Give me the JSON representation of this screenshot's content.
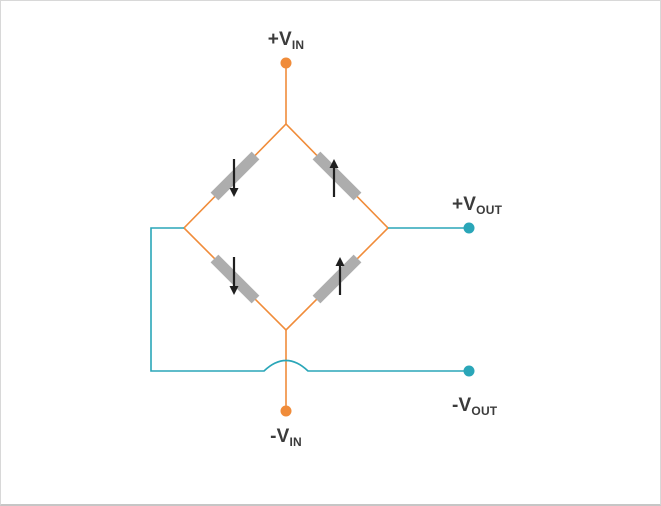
{
  "labels": {
    "vin_pos": {
      "prefix": "+V",
      "sub": "IN"
    },
    "vin_neg": {
      "prefix": "-V",
      "sub": "IN"
    },
    "vout_pos": {
      "prefix": "+V",
      "sub": "OUT"
    },
    "vout_neg": {
      "prefix": "-V",
      "sub": "OUT"
    }
  },
  "bridge": {
    "topology": "full-bridge",
    "arms": [
      {
        "position": "top-left",
        "component": "strain-gauge",
        "arrow": "down"
      },
      {
        "position": "top-right",
        "component": "strain-gauge",
        "arrow": "up"
      },
      {
        "position": "bottom-left",
        "component": "strain-gauge",
        "arrow": "down"
      },
      {
        "position": "bottom-right",
        "component": "strain-gauge",
        "arrow": "up"
      }
    ],
    "terminals": [
      {
        "id": "vin_pos",
        "type": "excitation",
        "location": "top"
      },
      {
        "id": "vin_neg",
        "type": "excitation",
        "location": "bottom"
      },
      {
        "id": "vout_pos",
        "type": "output",
        "location": "right"
      },
      {
        "id": "vout_neg",
        "type": "output",
        "location": "bottom-right"
      }
    ]
  },
  "colors": {
    "excitation": "#f08c3a",
    "output": "#2aa6b8",
    "resistor": "#adadad",
    "arrow": "#1f1f1f",
    "label_text": "#3b3b3b",
    "background": "#ffffff",
    "border": "#d8d8d8"
  }
}
